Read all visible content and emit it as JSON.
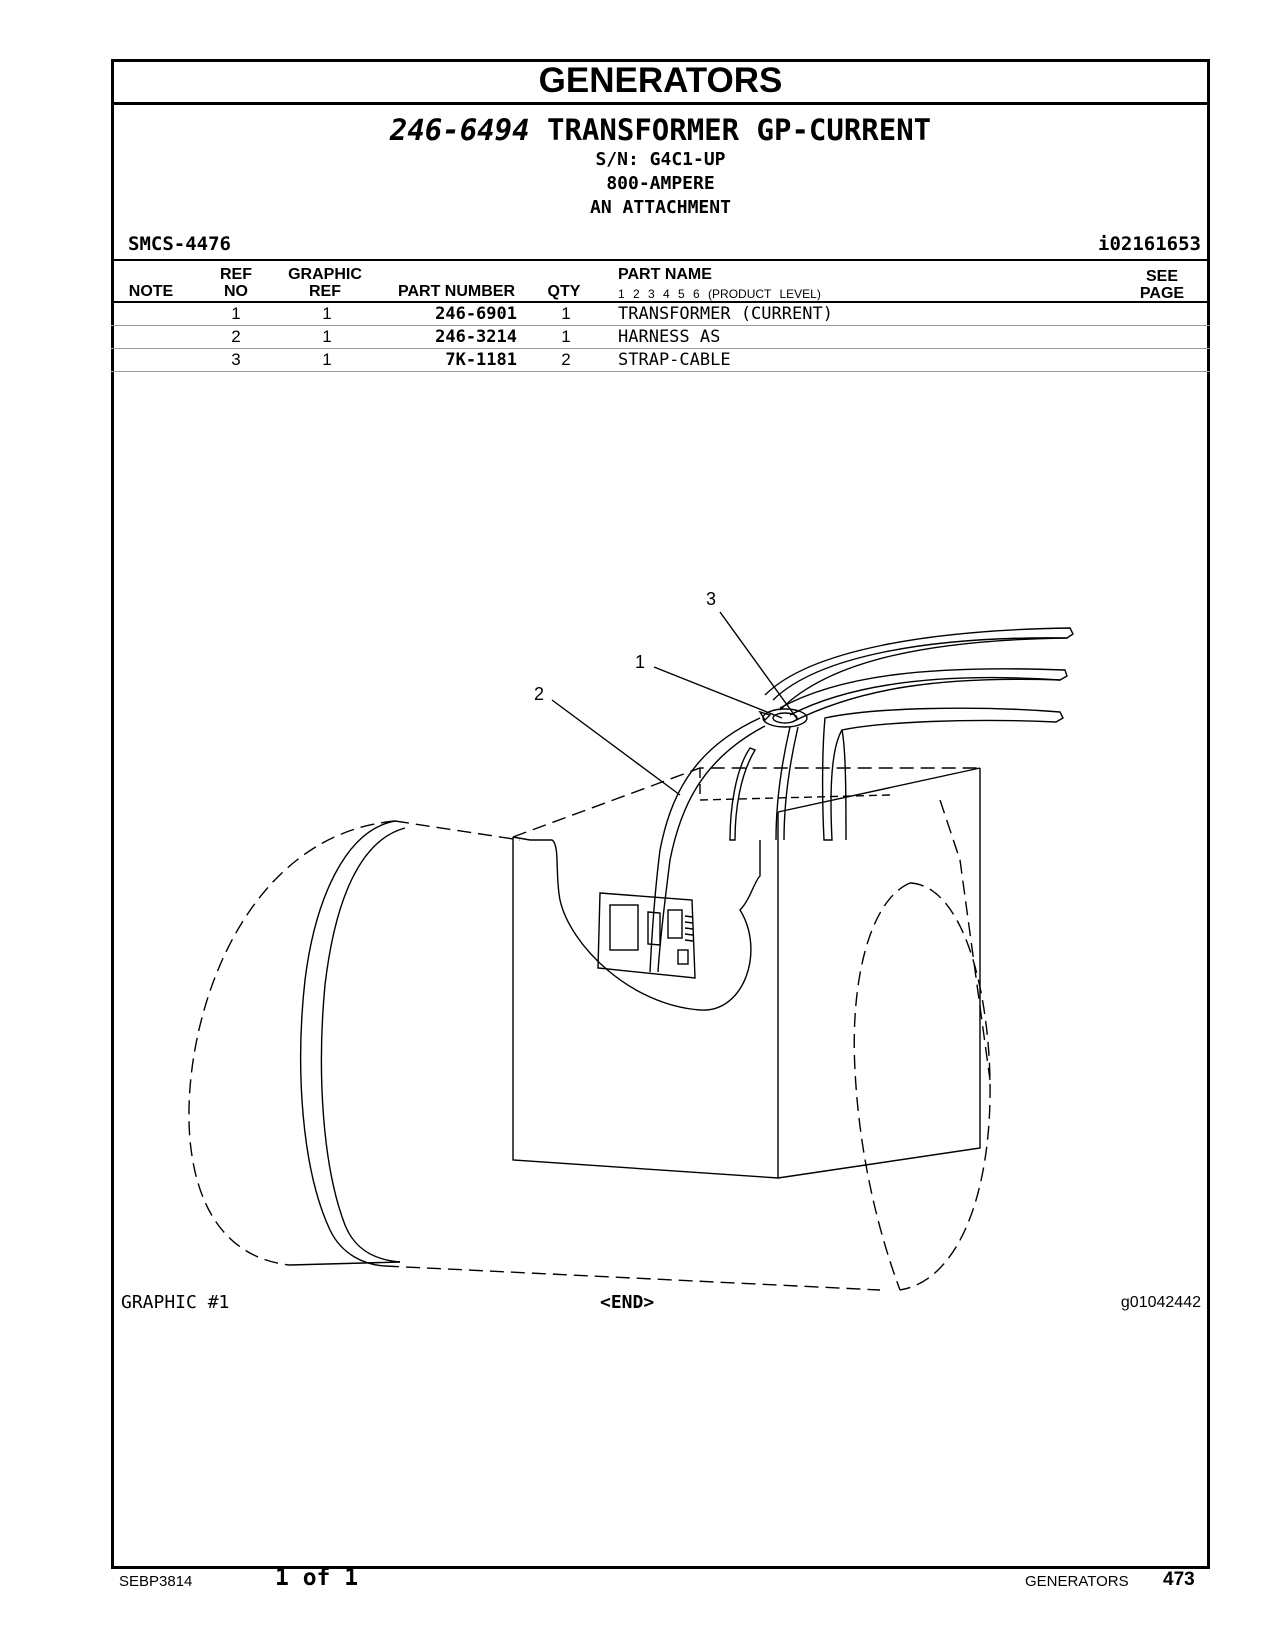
{
  "header": {
    "title": "GENERATORS",
    "group_part_number": "246-6494",
    "group_name": "TRANSFORMER GP-CURRENT",
    "serial": "S/N: G4C1-UP",
    "rating": "800-AMPERE",
    "attachment": "AN ATTACHMENT",
    "smcs": "SMCS-4476",
    "info_id": "i02161653"
  },
  "table": {
    "columns": {
      "note": "NOTE",
      "ref_top": "REF",
      "ref_bottom": "NO",
      "graphic_top": "GRAPHIC",
      "graphic_bottom": "REF",
      "part_number": "PART NUMBER",
      "qty": "QTY",
      "part_name": "PART NAME",
      "levels": "1   2   3   4   5   6   (PRODUCT LEVEL)",
      "see_top": "SEE",
      "see_bottom": "PAGE"
    },
    "rows": [
      {
        "note": "",
        "ref": "1",
        "graphic": "1",
        "part_number": "246-6901",
        "qty": "1",
        "name": "TRANSFORMER (CURRENT)",
        "see": ""
      },
      {
        "note": "",
        "ref": "2",
        "graphic": "1",
        "part_number": "246-3214",
        "qty": "1",
        "name": "HARNESS AS",
        "see": ""
      },
      {
        "note": "",
        "ref": "3",
        "graphic": "1",
        "part_number": "7K-1181",
        "qty": "2",
        "name": "STRAP-CABLE",
        "see": ""
      }
    ]
  },
  "graphic": {
    "callouts": [
      "1",
      "2",
      "3"
    ],
    "label": "GRAPHIC #1",
    "end": "<END>",
    "id": "g01042442"
  },
  "footer": {
    "doc": "SEBP3814",
    "page_of": "1 of 1",
    "section": "GENERATORS",
    "page_number": "473"
  }
}
